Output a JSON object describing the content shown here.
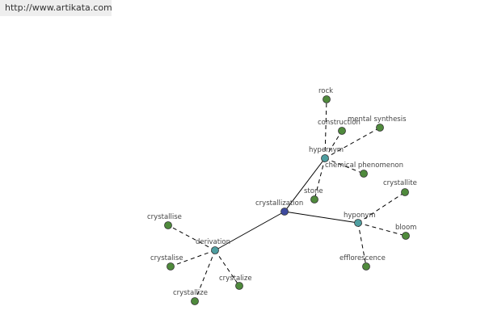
{
  "source": {
    "url": "http://www.artikata.com"
  },
  "colors": {
    "root": "#3d4a9e",
    "relation": "#4e9ea0",
    "term": "#4f8a3c"
  },
  "graph": {
    "root": "crystallization",
    "relations": [
      {
        "id": "hypernym",
        "label": "hypernym",
        "terms": [
          "rock",
          "construction",
          "mental synthesis",
          "chemical phenomenon",
          "stone"
        ]
      },
      {
        "id": "hyponym",
        "label": "hyponym",
        "terms": [
          "crystallite",
          "bloom",
          "efflorescence"
        ]
      },
      {
        "id": "derivation",
        "label": "derivation",
        "terms": [
          "crystallise",
          "crystalise",
          "crystalize",
          "crystallize"
        ]
      }
    ]
  }
}
